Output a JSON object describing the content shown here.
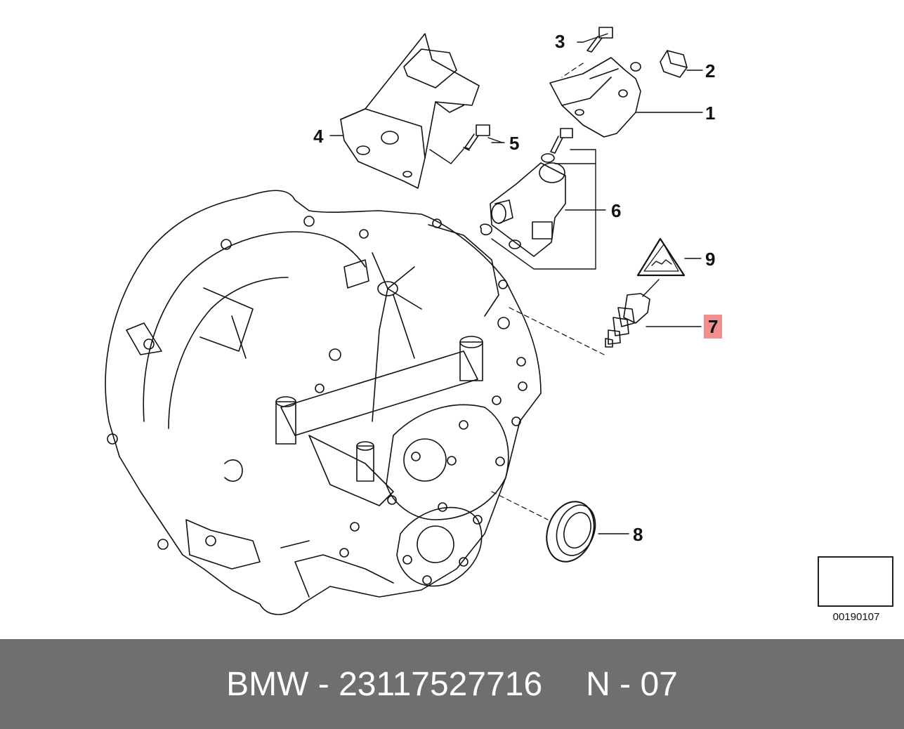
{
  "callouts": {
    "c1": "1",
    "c2": "2",
    "c3": "3",
    "c4": "4",
    "c5": "5",
    "c6": "6",
    "c7": "7",
    "c8": "8",
    "c9": "9"
  },
  "highlight_color": "#ef8f8f",
  "reference_code": "00190107",
  "footer": {
    "brand_part": "BMW - 23117527716",
    "position": "N - 07",
    "background": "#6f6f6f"
  }
}
